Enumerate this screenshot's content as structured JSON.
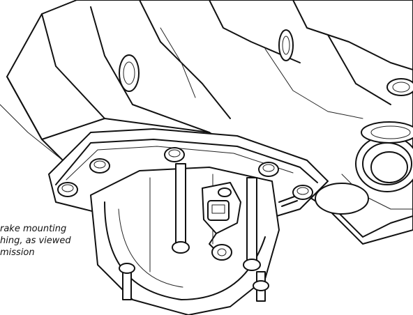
{
  "figure": {
    "caption_lines": [
      "rake mounting",
      "hing, as viewed",
      "mission"
    ]
  }
}
